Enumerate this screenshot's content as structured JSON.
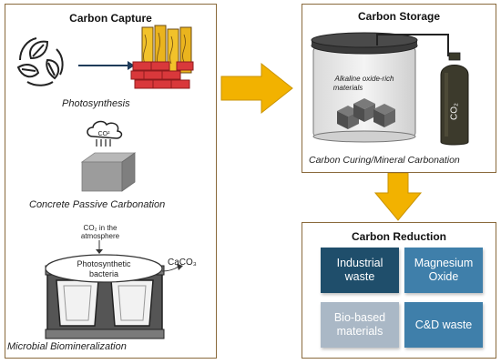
{
  "carbon_capture": {
    "title": "Carbon Capture",
    "photosynthesis": "Photosynthesis",
    "co2_cloud": "CO²",
    "concrete_passive": "Concrete Passive Carbonation",
    "co2_atmosphere_line1": "CO₂ in the",
    "co2_atmosphere_line2": "atmosphere",
    "bacteria_line1": "Photosynthetic",
    "bacteria_line2": "bacteria",
    "caco3": "CaCO₃",
    "microbial": "Microbial Biomineralization"
  },
  "carbon_storage": {
    "title": "Carbon Storage",
    "jar_label_line1": "Alkaline oxide-rich",
    "jar_label_line2": "materials",
    "cylinder_label": "CO₂",
    "caption": "Carbon Curing/Mineral Carbonation"
  },
  "carbon_reduction": {
    "title": "Carbon Reduction",
    "tiles": [
      {
        "label_line1": "Industrial",
        "label_line2": "waste",
        "color": "#1f4e6b"
      },
      {
        "label_line1": "Magnesium",
        "label_line2": "Oxide",
        "color": "#3f7faa"
      },
      {
        "label_line1": "Bio-based",
        "label_line2": "materials",
        "color": "#aab8c6"
      },
      {
        "label_line1": "C&D waste",
        "label_line2": "",
        "color": "#3f7faa"
      }
    ]
  },
  "colors": {
    "panel_border": "#8a6a3c",
    "arrow": "#f2b200",
    "brick": "#d9383b",
    "wood": "#f2c22a"
  }
}
